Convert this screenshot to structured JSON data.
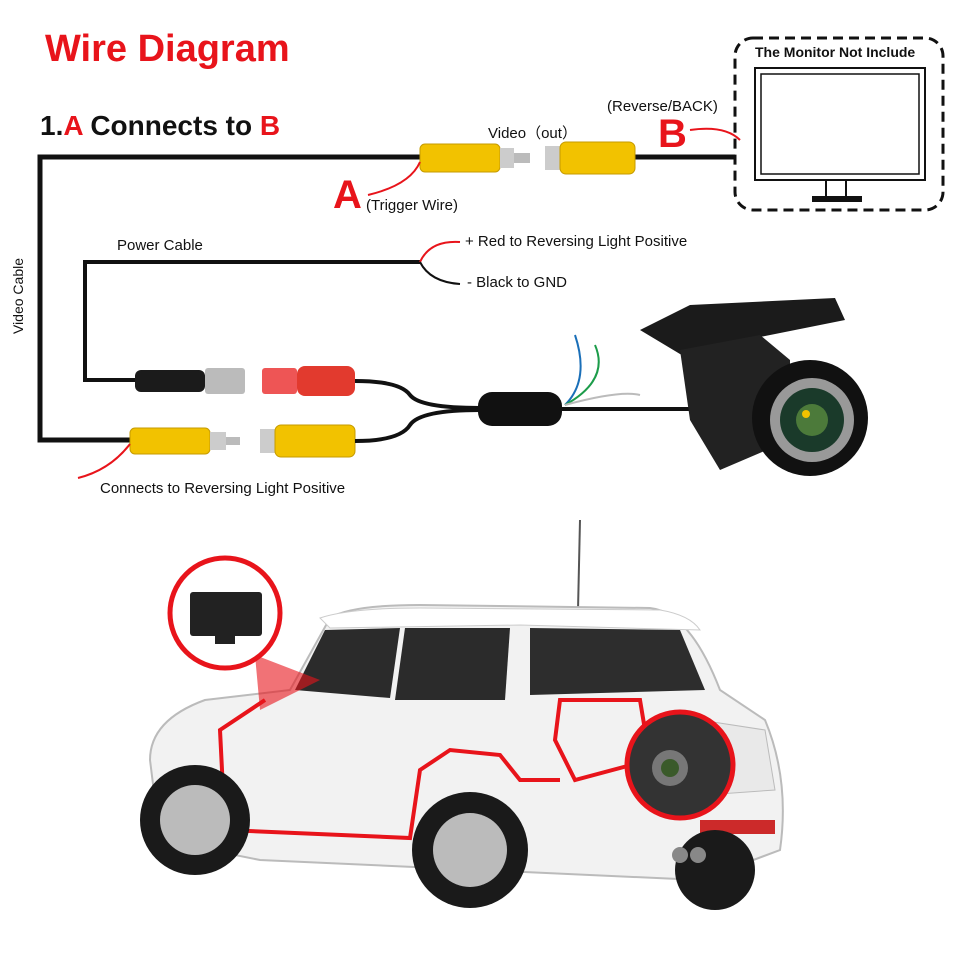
{
  "title": "Wire Diagram",
  "step": {
    "prefix": "1.",
    "from": "A",
    "middle": " Connects to ",
    "to": "B"
  },
  "labels": {
    "video_out": "Video（out）",
    "reverse_back": "(Reverse/BACK)",
    "letter_a": "A",
    "letter_b": "B",
    "trigger_wire": "(Trigger Wire)",
    "monitor_not_included": "The Monitor Not Include",
    "video_cable": "Video Cable",
    "power_cable": "Power Cable",
    "red_wire": "+ Red to Reversing Light Positive",
    "black_wire": "- Black to GND",
    "reversing_light": "Connects to Reversing Light Positive"
  },
  "colors": {
    "accent": "#e8141b",
    "rca_yellow": "#f2c200",
    "dc_red": "#e23a2e"
  }
}
